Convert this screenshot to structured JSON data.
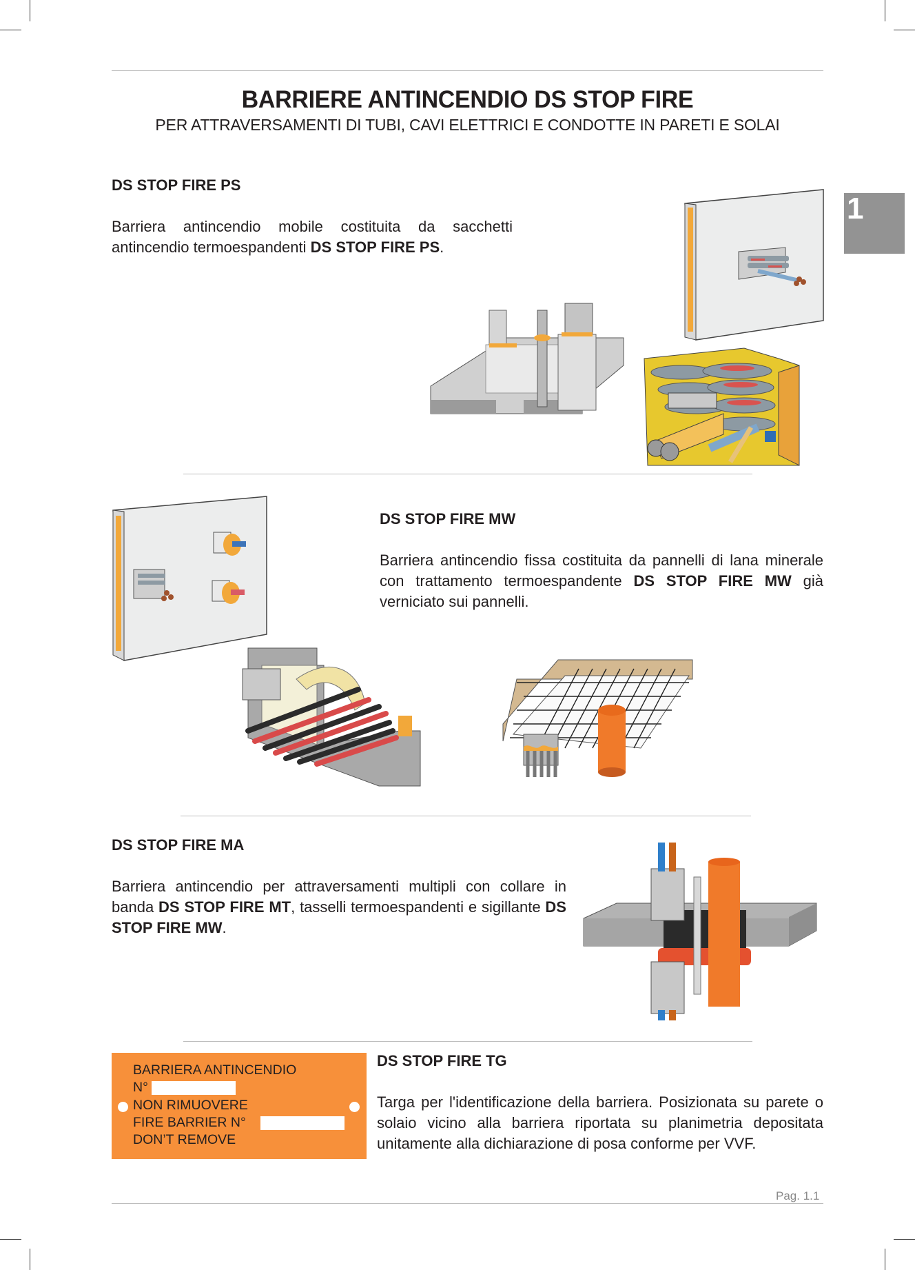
{
  "header": {
    "title": "BARRIERE ANTINCENDIO DS STOP FIRE",
    "subtitle": "PER ATTRAVERSAMENTI DI TUBI, CAVI ELETTRICI E CONDOTTE IN PARETI E SOLAI"
  },
  "chapter_tab": {
    "number": "1",
    "color": "#939393"
  },
  "sections": [
    {
      "heading": "DS STOP FIRE PS",
      "body": [
        {
          "text": "Barriera antincendio mobile costituita da sacchetti antincendio termoespandenti ",
          "bold": false
        },
        {
          "text": "DS STOP FIRE PS",
          "bold": true
        },
        {
          "text": ".",
          "bold": false
        }
      ],
      "illustrations": [
        "wall-penetration-bags-icon",
        "floor-slab-penetrations-icon",
        "fire-bags-cutaway-icon"
      ]
    },
    {
      "heading": "DS STOP FIRE MW",
      "body": [
        {
          "text": "Barriera antincendio fissa costituita da pannelli di lana minerale con trattamento termoespandente ",
          "bold": false
        },
        {
          "text": "DS STOP FIRE MW",
          "bold": true
        },
        {
          "text": " già verniciato sui pannelli.",
          "bold": false
        }
      ],
      "illustrations": [
        "wall-with-pipe-sleeves-icon",
        "cable-tray-wall-cutaway-icon",
        "ceiling-mesh-penetration-icon"
      ]
    },
    {
      "heading": "DS STOP FIRE MA",
      "body": [
        {
          "text": "Barriera antincendio per attraversamenti multipli con collare in banda ",
          "bold": false
        },
        {
          "text": "DS STOP FIRE MT",
          "bold": true
        },
        {
          "text": ", tasselli termoespandenti e sigillante ",
          "bold": false
        },
        {
          "text": "DS STOP FIRE MW",
          "bold": true
        },
        {
          "text": ".",
          "bold": false
        }
      ],
      "illustrations": [
        "multi-pipe-collar-slab-icon"
      ]
    },
    {
      "heading": "DS STOP FIRE TG",
      "body": [
        {
          "text": "Targa per l'identificazione della barriera. Posizionata su parete o solaio vicino alla barriera riportata su planimetria depositata unitamente alla dichiarazione di posa conforme per VVF.",
          "bold": false
        }
      ],
      "tag_plate": {
        "color": "#f7903a",
        "lines": [
          "BARRIERA ANTINCENDIO",
          "N°",
          "NON RIMUOVERE",
          "FIRE BARRIER N°",
          "DON’T REMOVE"
        ]
      }
    }
  ],
  "footer": {
    "page": "Pag. 1.1"
  }
}
